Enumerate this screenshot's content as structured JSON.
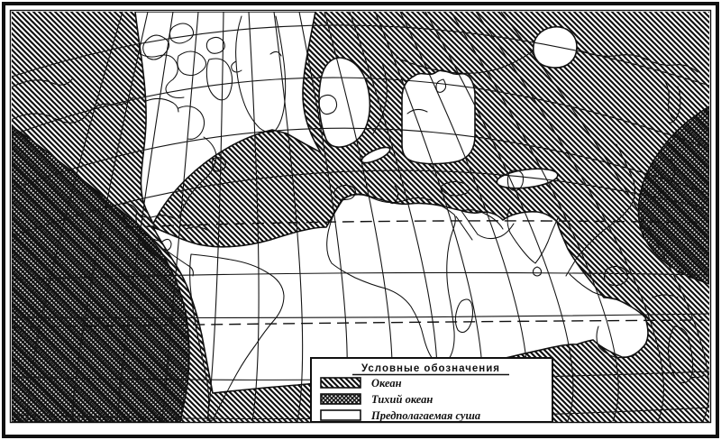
{
  "meta": {
    "kind": "printed paleogeographic world map (scanned book figure)",
    "language": "ru",
    "ink_color": "#101010",
    "paper_color": "#ffffff"
  },
  "legend": {
    "title": "Условные обозначения",
    "items": [
      {
        "id": "ocean",
        "label": "Океан",
        "swatch": "diagonal-hatch"
      },
      {
        "id": "pacific-ocean",
        "label": "Тихий океан",
        "swatch": "cross-hatch"
      },
      {
        "id": "hypothetical-land",
        "label": "Предполагаемая суша",
        "swatch": "blank-white"
      }
    ]
  },
  "map": {
    "regions": [
      {
        "name": "ocean",
        "pattern": "diagonal-hatch"
      },
      {
        "name": "pacific-ocean-west-margin",
        "pattern": "cross-hatch"
      },
      {
        "name": "pacific-ocean-east-margin",
        "pattern": "cross-hatch"
      },
      {
        "name": "hypothetical-land-north-atlantic",
        "pattern": "white"
      },
      {
        "name": "hypothetical-land-equatorial-belt",
        "pattern": "white"
      },
      {
        "name": "hypothetical-land-european-patches",
        "pattern": "white"
      }
    ],
    "graticule": {
      "dashed_parallels": [
        "tropic-line-north",
        "tropic-line-south"
      ]
    }
  }
}
